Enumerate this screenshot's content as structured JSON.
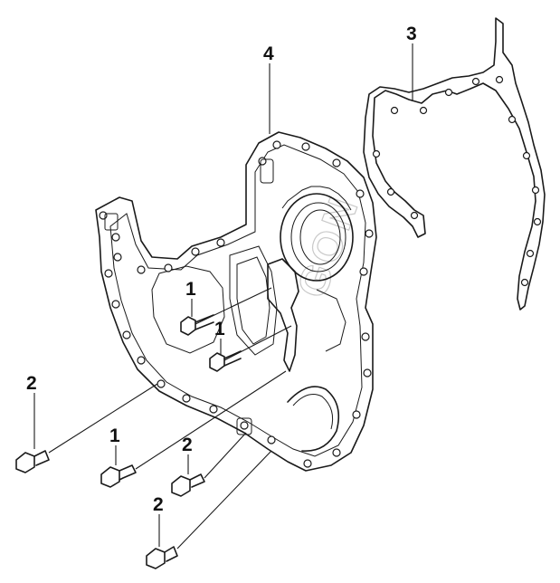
{
  "callouts": {
    "c1a": "1",
    "c1b": "1",
    "c1c": "1",
    "c2a": "2",
    "c2b": "2",
    "c2c": "2",
    "c3": "3",
    "c4": "4"
  },
  "watermark": "GON",
  "colors": {
    "line": "#1a1a1a",
    "background": "#ffffff",
    "watermark": "#c9c9c9"
  }
}
